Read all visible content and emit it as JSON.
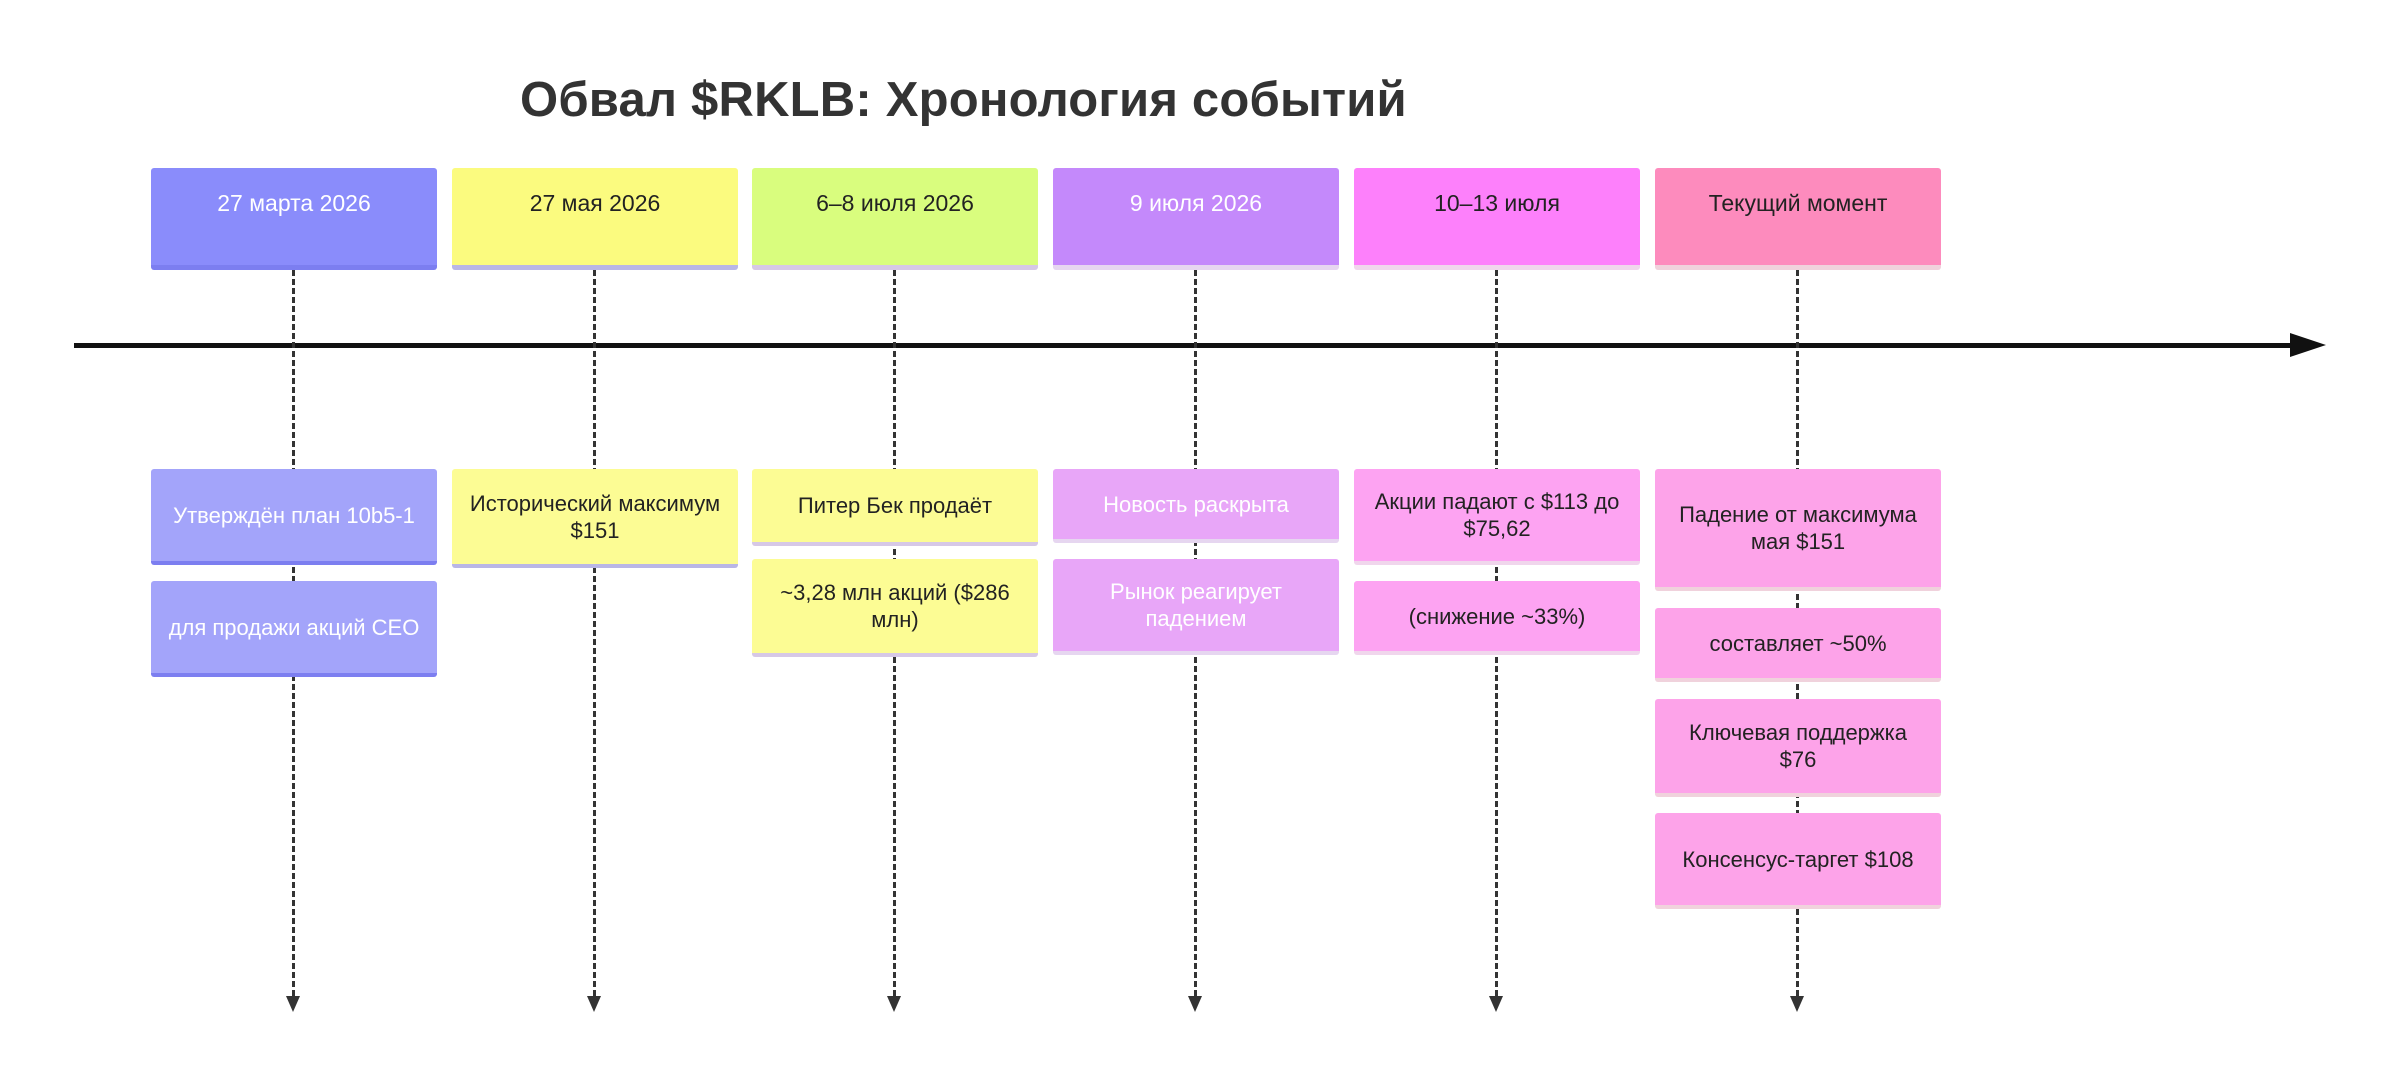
{
  "title": "Обвал $RKLB: Хронология событий",
  "colors": {
    "axis": "#111111",
    "connector": "#333333",
    "title": "#333333"
  },
  "columns": [
    {
      "id": "col-1",
      "header": "27 марта 2026",
      "header_color": "#8a8cfb",
      "header_text_color": "#ffffff",
      "header_border": "#7c7ef0",
      "card_color": "#a3a4fa",
      "card_text_color": "#ffffff",
      "cards": [
        "Утверждён план 10b5-1",
        "для продажи акций CEO"
      ]
    },
    {
      "id": "col-2",
      "header": "27 мая 2026",
      "header_color": "#fbfb7f",
      "header_text_color": "#222222",
      "header_border": "#b9b6e6",
      "card_color": "#fcfc94",
      "card_text_color": "#222222",
      "cards": [
        "Исторический максимум $151"
      ]
    },
    {
      "id": "col-3",
      "header": "6–8 июля 2026",
      "header_color": "#d9fd7e",
      "header_text_color": "#222222",
      "header_border": "#d6c8e6",
      "card_color": "#fcfc94",
      "card_text_color": "#222222",
      "cards": [
        "Питер Бек продаёт",
        "~3,28 млн акций ($286 млн)"
      ]
    },
    {
      "id": "col-4",
      "header": "9 июля 2026",
      "header_color": "#c489fb",
      "header_text_color": "#ffffff",
      "header_border": "#e6d6f0",
      "card_color": "#e8a6f8",
      "card_text_color": "#ffffff",
      "cards": [
        "Новость раскрыта",
        "Рынок реагирует падением"
      ]
    },
    {
      "id": "col-5",
      "header": "10–13 июля",
      "header_color": "#fd80fb",
      "header_text_color": "#222222",
      "header_border": "#f0d6ec",
      "card_color": "#fda3f2",
      "card_text_color": "#222222",
      "cards": [
        "Акции падают с $113 до $75,62",
        "(снижение ~33%)"
      ]
    },
    {
      "id": "col-6",
      "header": "Текущий момент",
      "header_color": "#fd8bbd",
      "header_text_color": "#222222",
      "header_border": "#f0d2dc",
      "card_color": "#fda3e9",
      "card_text_color": "#222222",
      "cards": [
        "Падение от максимума мая $151",
        "составляет ~50%",
        "Ключевая поддержка $76",
        "Консенсус-таргет $108"
      ]
    }
  ]
}
